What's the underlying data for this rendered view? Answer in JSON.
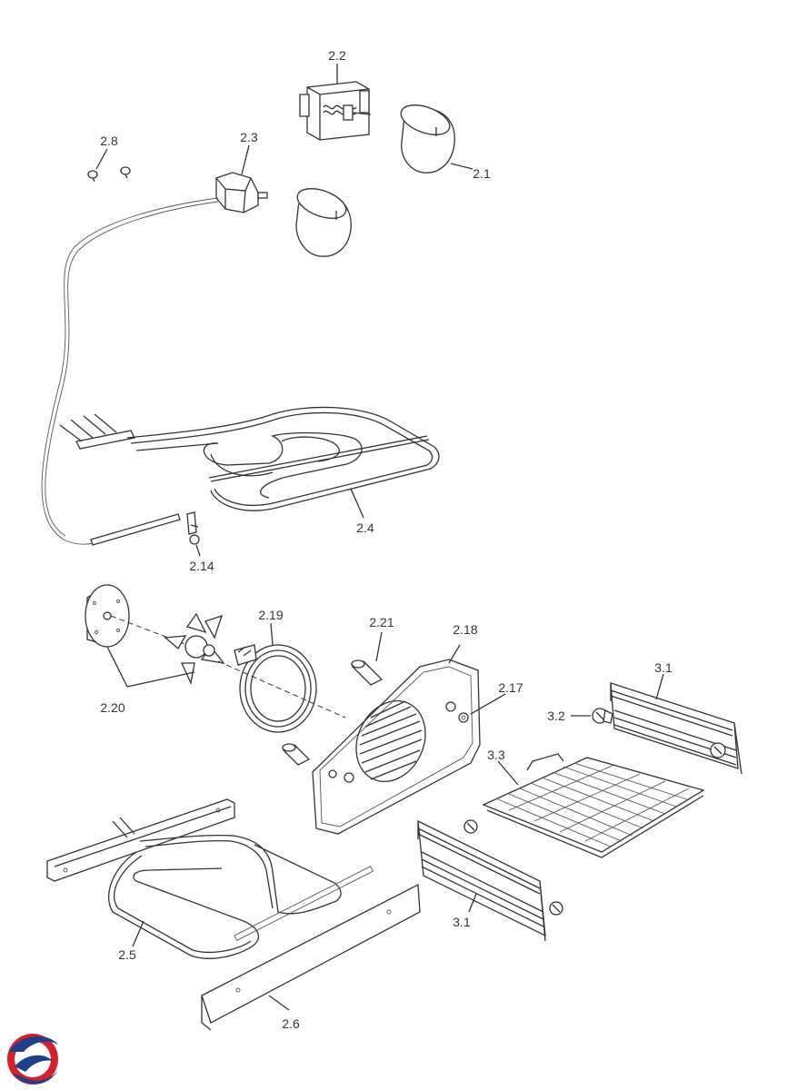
{
  "diagram": {
    "parts": [
      {
        "key": "p2_1",
        "label": "2.1"
      },
      {
        "key": "p2_2",
        "label": "2.2"
      },
      {
        "key": "p2_3",
        "label": "2.3"
      },
      {
        "key": "p2_4",
        "label": "2.4"
      },
      {
        "key": "p2_5",
        "label": "2.5"
      },
      {
        "key": "p2_6",
        "label": "2.6"
      },
      {
        "key": "p2_8",
        "label": "2.8"
      },
      {
        "key": "p2_14",
        "label": "2.14"
      },
      {
        "key": "p2_17",
        "label": "2.17"
      },
      {
        "key": "p2_18",
        "label": "2.18"
      },
      {
        "key": "p2_19",
        "label": "2.19"
      },
      {
        "key": "p2_20",
        "label": "2.20"
      },
      {
        "key": "p2_21",
        "label": "2.21"
      },
      {
        "key": "p3_1a",
        "label": "3.1"
      },
      {
        "key": "p3_1b",
        "label": "3.1"
      },
      {
        "key": "p3_2",
        "label": "3.2"
      },
      {
        "key": "p3_3",
        "label": "3.3"
      }
    ]
  },
  "logo": {
    "icon": "brand-logo-icon",
    "colors": {
      "red": "#d71f2b",
      "blue": "#1f3e8c"
    }
  }
}
